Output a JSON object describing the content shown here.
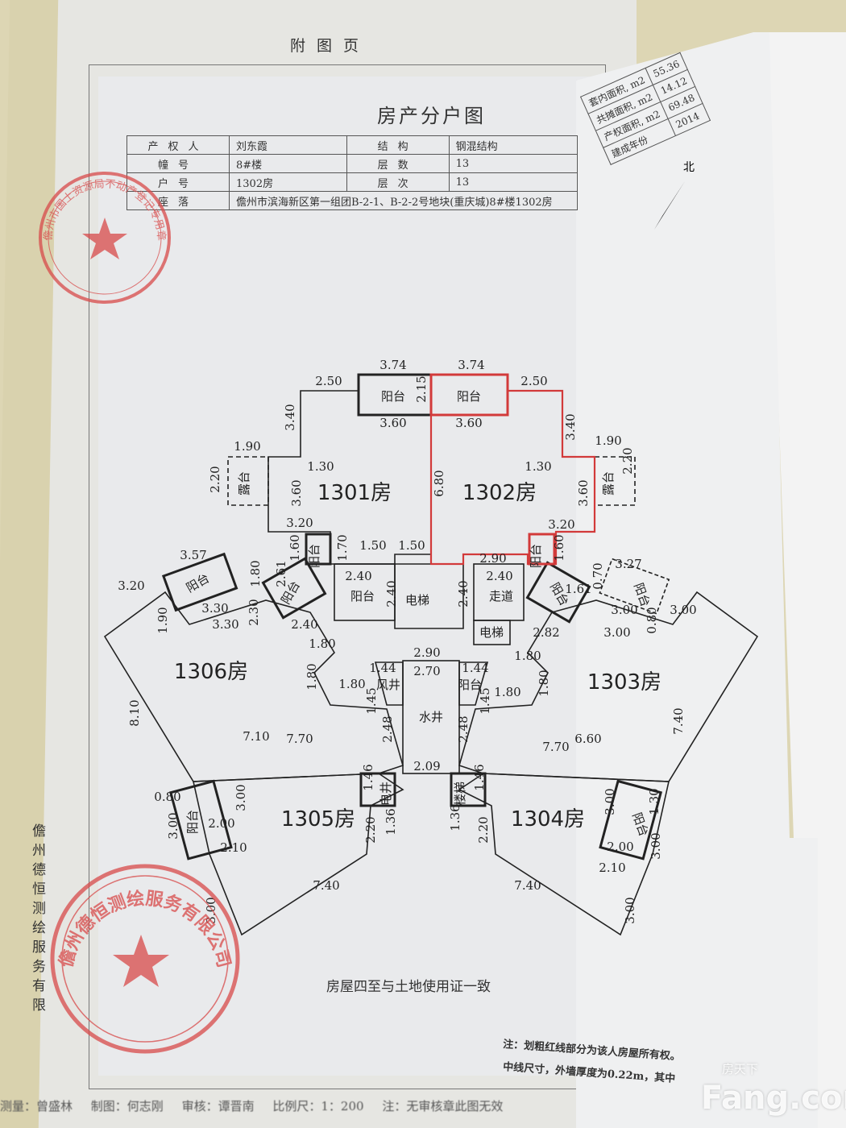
{
  "page_header": "附图页",
  "title": "房产分户图",
  "info_table": [
    {
      "k1": "产权人",
      "v1": "刘东霞",
      "k2": "结构",
      "v2": "钢混结构"
    },
    {
      "k1": "幢号",
      "v1": "8#楼",
      "k2": "层数",
      "v2": "13"
    },
    {
      "k1": "户号",
      "v1": "1302房",
      "k2": "层次",
      "v2": "13"
    }
  ],
  "location": {
    "k": "座落",
    "v": "儋州市滨海新区第一组团B-2-1、B-2-2号地块(重庆城)8#楼1302房"
  },
  "area_table": [
    {
      "k": "套内面积, m2",
      "v": "55.36"
    },
    {
      "k": "共摊面积, m2",
      "v": "14.12"
    },
    {
      "k": "产权面积, m2",
      "v": "69.48"
    },
    {
      "k": "建成年份",
      "v": "2014"
    }
  ],
  "north_label": "北",
  "rooms": [
    "1301房",
    "1302房",
    "1303房",
    "1304房",
    "1305房",
    "1306房"
  ],
  "areas": [
    "阳台",
    "阳台",
    "露台",
    "露台",
    "阳台",
    "阳台",
    "阳台",
    "阳台",
    "电梯",
    "走道",
    "电梯",
    "风井",
    "阳台",
    "水井",
    "电井",
    "楼梯",
    "阳台",
    "阳台",
    "阳台",
    "阳台",
    "阳台"
  ],
  "dimensions": [
    "3.74",
    "3.74",
    "2.50",
    "2.15",
    "2.50",
    "3.60",
    "3.60",
    "3.40",
    "3.40",
    "1.90",
    "2.20",
    "1.30",
    "1.30",
    "6.80",
    "1.90",
    "2.20",
    "3.60",
    "3.60",
    "3.20",
    "3.20",
    "1.60",
    "1.70",
    "1.50",
    "1.50",
    "2.90",
    "1.60",
    "3.57",
    "1.80",
    "2.61",
    "2.40",
    "2.40",
    "2.40",
    "2.40",
    "0.70",
    "3.27",
    "1.61",
    "3.20",
    "1.90",
    "3.30",
    "3.30",
    "2.30",
    "2.40",
    "2.82",
    "3.00",
    "3.00",
    "0.80",
    "3.00",
    "1.80",
    "1.80",
    "2.90",
    "1.44",
    "1.44",
    "2.70",
    "1.80",
    "1.80",
    "1.80",
    "1.80",
    "1.45",
    "1.45",
    "2.48",
    "2.48",
    "8.10",
    "7.10",
    "7.70",
    "7.70",
    "6.60",
    "7.40",
    "2.09",
    "1.46",
    "1.46",
    "0.80",
    "3.00",
    "1.36",
    "1.36",
    "2.20",
    "2.20",
    "3.00",
    "2.00",
    "2.10",
    "3.00",
    "1.30",
    "2.00",
    "2.10",
    "3.00",
    "3.00",
    "7.40",
    "7.40",
    "3.00"
  ],
  "boundary_note": "房屋四至与土地使用证一致",
  "note_line1": "注：划粗红线部分为该人房屋所有权。",
  "note_line2": "中线尺寸，外墙厚度为0.22m，其中",
  "footer": {
    "surveyor": "测量：曾盛林",
    "drafter": "制图：何志刚",
    "reviewer": "审核：谭晋南",
    "scale": "比例尺：1：200",
    "note": "注：无审核章此图无效"
  },
  "company_vertical": "儋州德恒测绘服务有限",
  "stamp1_text": "儋州市国土资源局不动产登记专用章",
  "stamp2_text": "儋州德恒测绘服务有限公司",
  "watermark": {
    "brand": "Fang.com",
    "cn": "房天下"
  },
  "colors": {
    "owned_outline": "#d23a3a",
    "stamp": "#d84a4a",
    "line": "#222222"
  }
}
